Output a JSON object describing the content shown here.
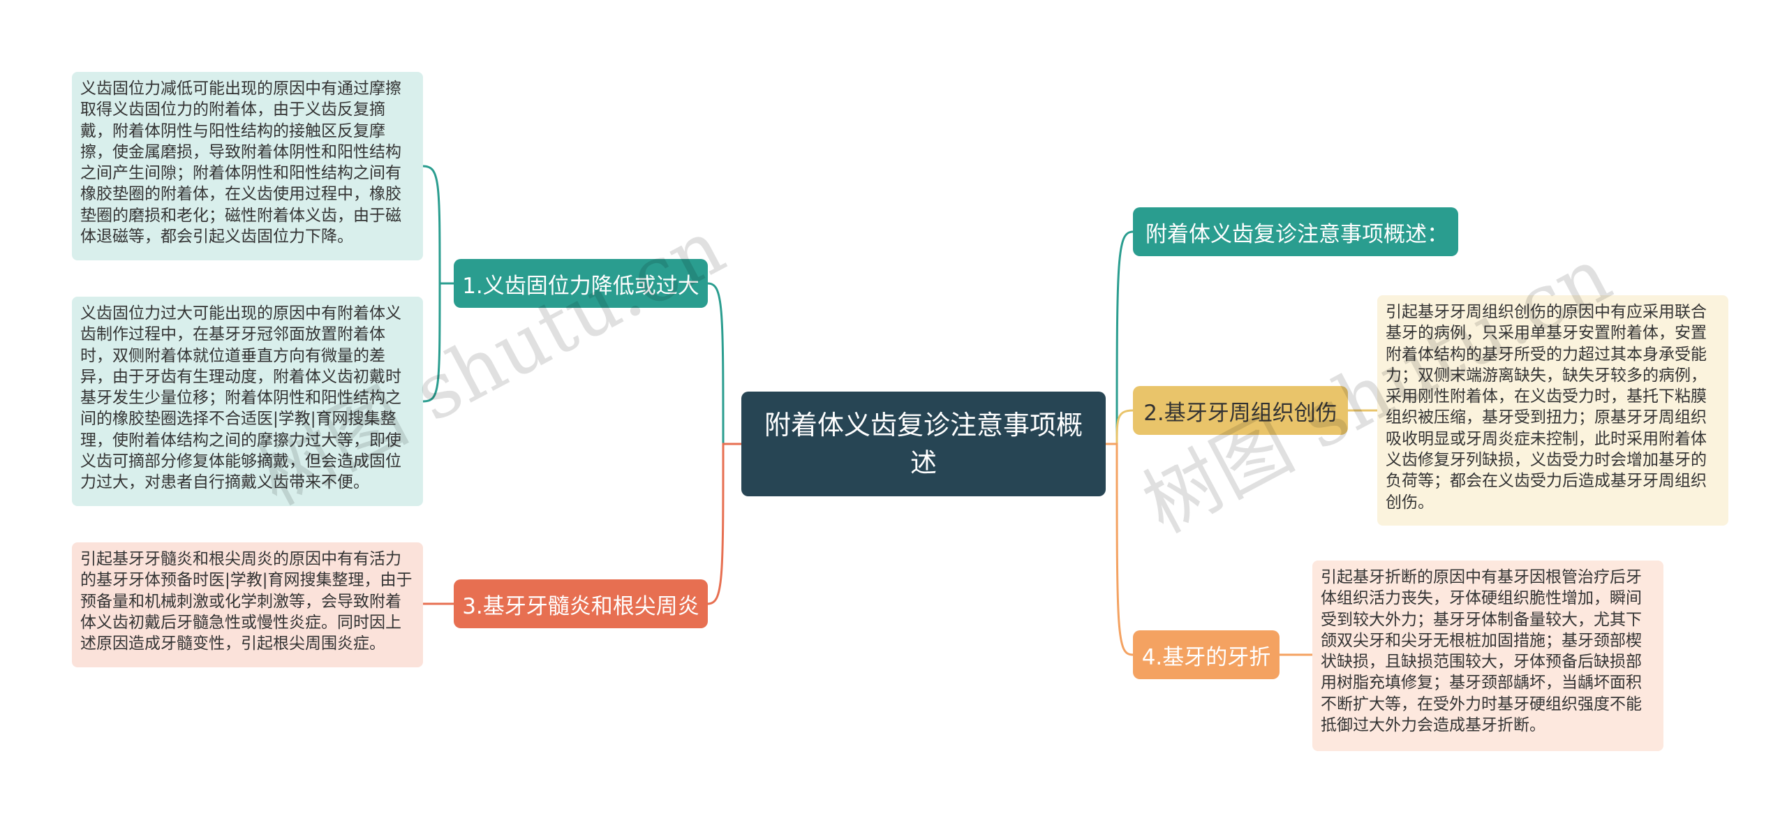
{
  "center": {
    "title": "附着体义齿复诊注意事项概述"
  },
  "topics": {
    "t0": "附着体义齿复诊注意事项概述：",
    "t1": "1.义齿固位力降低或过大",
    "t2": "2.基牙牙周组织创伤",
    "t3": "3.基牙牙髓炎和根尖周炎",
    "t4": "4.基牙的牙折"
  },
  "leaves": {
    "l1a": "义齿固位力减低可能出现的原因中有通过摩擦取得义齿固位力的附着体，由于义齿反复摘戴，附着体阴性与阳性结构的接触区反复摩擦，使金属磨损，导致附着体阴性和阳性结构之间产生间隙；附着体阴性和阳性结构之间有橡胶垫圈的附着体，在义齿使用过程中，橡胶垫圈的磨损和老化；磁性附着体义齿，由于磁体退磁等，都会引起义齿固位力下降。",
    "l1b": "义齿固位力过大可能出现的原因中有附着体义齿制作过程中，在基牙牙冠邻面放置附着体时，双侧附着体就位道垂直方向有微量的差异，由于牙齿有生理动度，附着体义齿初戴时基牙发生少量位移；附着体阴性和阳性结构之间的橡胶垫圈选择不合适医|学教|育网搜集整理，使附着体结构之间的摩擦力过大等，即使义齿可摘部分修复体能够摘戴，但会造成固位力过大，对患者自行摘戴义齿带来不便。",
    "l3": "引起基牙牙髓炎和根尖周炎的原因中有有活力的基牙牙体预备时医|学教|育网搜集整理，由于预备量和机械刺激或化学刺激等，会导致附着体义齿初戴后牙髓急性或慢性炎症。同时因上述原因造成牙髓变性，引起根尖周围炎症。",
    "l2": "引起基牙牙周组织创伤的原因中有应采用联合基牙的病例，只采用单基牙安置附着体，安置附着体结构的基牙所受的力超过其本身承受能力；双侧末端游离缺失，缺失牙较多的病例，采用刚性附着体，在义齿受力时，基托下粘膜组织被压缩，基牙受到扭力；原基牙牙周组织吸收明显或牙周炎症未控制，此时采用附着体义齿修复牙列缺损，义齿受力时会增加基牙的负荷等；都会在义齿受力后造成基牙牙周组织创伤。",
    "l4": "引起基牙折断的原因中有基牙因根管治疗后牙体组织活力丧失，牙体硬组织脆性增加，瞬间受到较大外力；基牙牙体制备量较大，尤其下颌双尖牙和尖牙无根桩加固措施；基牙颈部楔状缺损，且缺损范围较大，牙体预备后缺损部用树脂充填修复；基牙颈部龋坏，当龋坏面积不断扩大等，在受外力时基牙硬组织强度不能抵御过大外力会造成基牙折断。"
  },
  "watermarks": {
    "left": "树图 shutu.cn",
    "right": "树图 shutu.cn"
  },
  "colors": {
    "center": "#274554",
    "teal": "#2a9d8f",
    "coral": "#e76f51",
    "yellow": "#e9c46a",
    "orange": "#f4a261"
  }
}
